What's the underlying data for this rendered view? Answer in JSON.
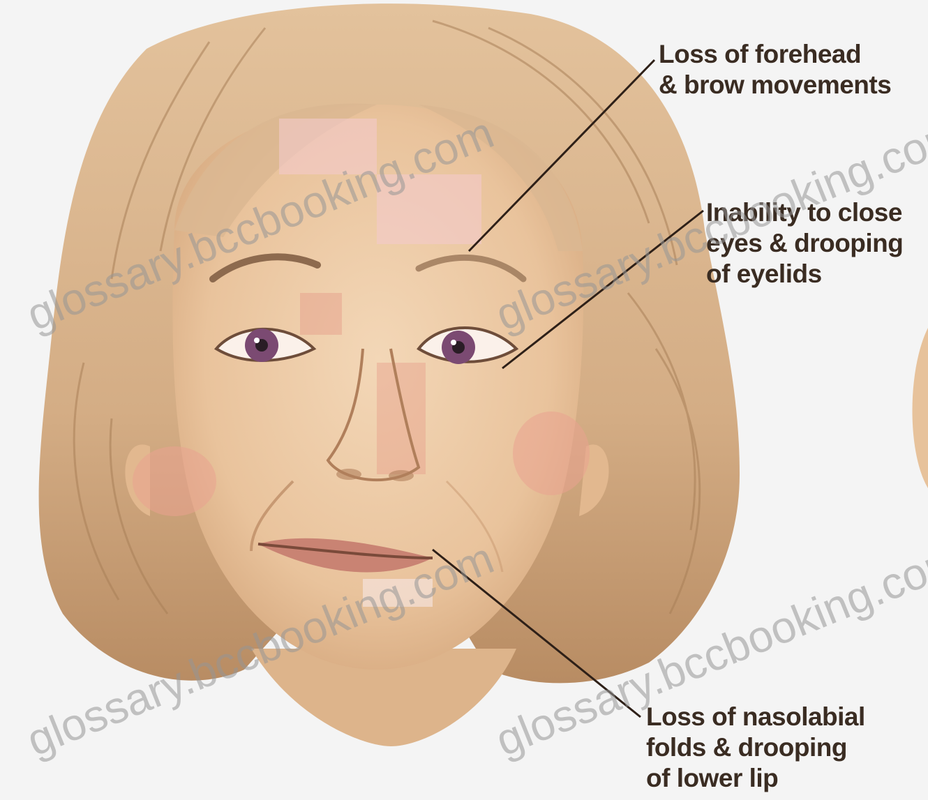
{
  "labels": {
    "forehead": [
      "Loss of forehead",
      "& brow movements"
    ],
    "eyes": [
      "Inability to close",
      "eyes & drooping",
      "of eyelids"
    ],
    "lip": [
      "Loss of nasolabial",
      "folds & drooping",
      "of lower lip"
    ]
  },
  "watermark": "glossary.bccbooking.com",
  "colors": {
    "skin": "#eccaa4",
    "hair": "#d7b48e",
    "hair_shadow": "#a07a56",
    "iris": "#7b4a72",
    "text": "#3a2c22",
    "background": "#f4f4f4"
  }
}
